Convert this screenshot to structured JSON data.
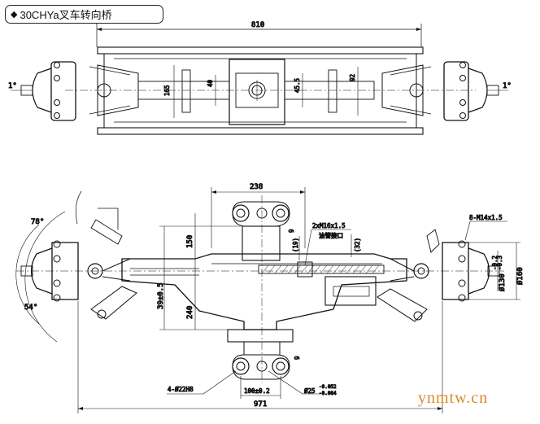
{
  "title": "30CHYa叉车转向桥",
  "watermark": "ynmtw.cn",
  "top_view": {
    "dims": {
      "overall": "810",
      "left_angle": "1°",
      "right_angle": "1°",
      "d165": "165",
      "d40": "40",
      "d45_5": "45.5",
      "d92": "92"
    }
  },
  "front_view": {
    "dims": {
      "d238": "238",
      "d150": "150",
      "d9_top": "9",
      "d19": "(19)",
      "d32": "(32)",
      "d39": "39±0.5",
      "d240": "240",
      "d9_bot": "9",
      "d100": "100±0.2",
      "d971": "971",
      "angle78": "78°",
      "angle54": "54°",
      "phi160": "Ø160",
      "phi130": "Ø130",
      "phi130_tol_top": "-0.2",
      "phi130_tol_bot": "-0.3"
    },
    "callouts": {
      "m16": "2xM16x1.5",
      "oil_port": "油管接口",
      "m14": "8-M14x1.5",
      "holes22": "4-Ø22H8",
      "phi25": "Ø25",
      "phi25_tol_top": "-0.052",
      "phi25_tol_bot": "-0.084"
    }
  }
}
